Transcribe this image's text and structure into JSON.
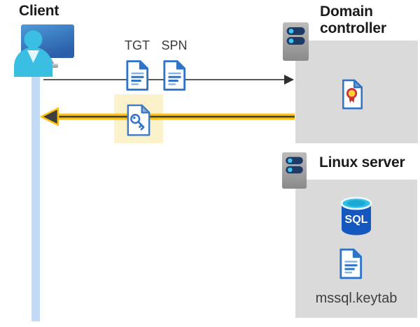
{
  "palette": {
    "highlight_yellow": "#FBF2CC",
    "arrow_yellow": "#FFC20E",
    "arrow_dark_core": "#3F3F3F",
    "arrow_gray": "#595959",
    "box_gray": "#DADADA",
    "document_blue": "#2E74C9",
    "lifeline_blue": "#C3DAF6",
    "person_cyan": "#3ABFE3",
    "sql_body_blue": "#1457BE",
    "certificate_red": "#D13438",
    "certificate_gold": "#FFD13B"
  },
  "client": {
    "label": "Client"
  },
  "flow": {
    "tgt_label": "TGT",
    "spn_label": "SPN"
  },
  "domain_controller": {
    "label": "Domain controller"
  },
  "linux_server": {
    "label": "Linux server",
    "sql_icon_text": "SQL",
    "keytab_filename": "mssql.keytab"
  }
}
